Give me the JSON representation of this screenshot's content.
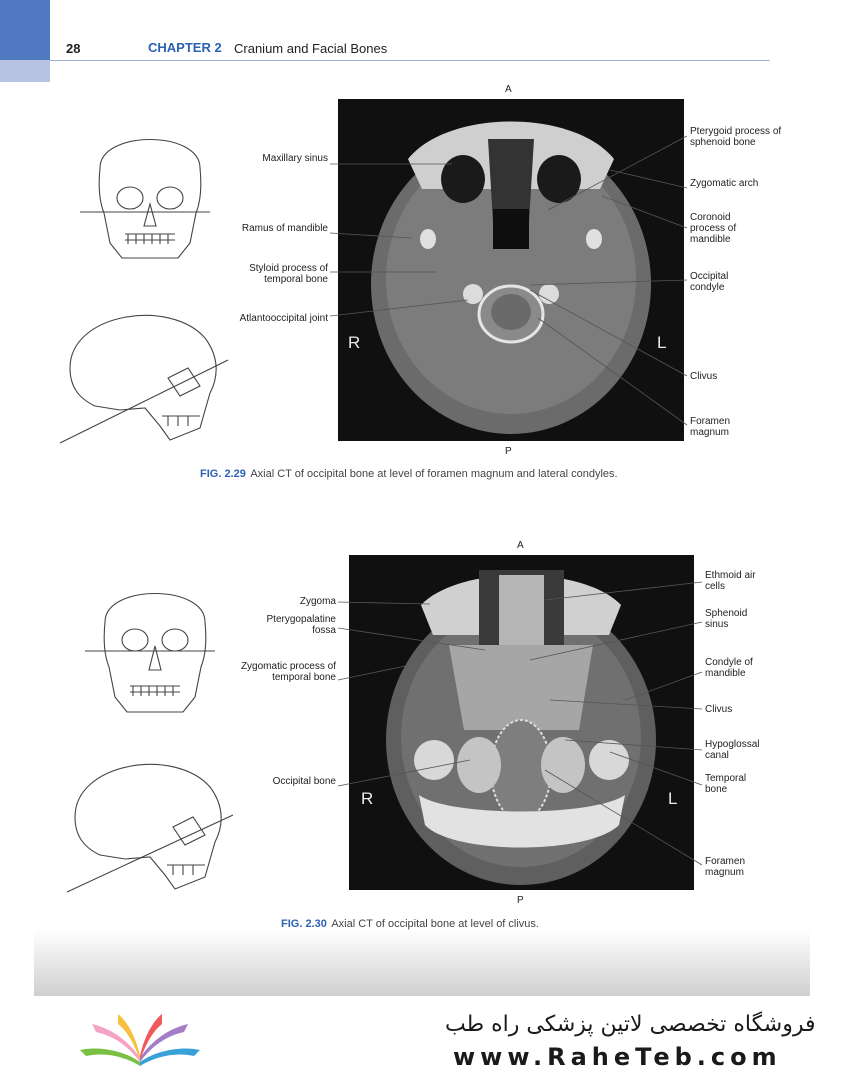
{
  "header": {
    "page_number": "28",
    "chapter": "CHAPTER 2",
    "chapter_title": "Cranium and Facial Bones"
  },
  "fig1": {
    "top": "A",
    "bottom": "P",
    "right_side": "R",
    "left_side": "L",
    "labels_left": [
      "Maxillary sinus",
      "Ramus of mandible",
      "Styloid process of temporal bone",
      "Atlantooccipital joint"
    ],
    "labels_right": [
      "Pterygoid process of sphenoid bone",
      "Zygomatic arch",
      "Coronoid process of mandible",
      "Occipital condyle",
      "Clivus",
      "Foramen magnum"
    ],
    "caption_num": "FIG. 2.29",
    "caption_text": "Axial CT of occipital bone at level of foramen magnum and lateral condyles."
  },
  "fig2": {
    "top": "A",
    "bottom": "P",
    "right_side": "R",
    "left_side": "L",
    "labels_left": [
      "Zygoma",
      "Pterygopalatine fossa",
      "Zygomatic process of temporal bone",
      "Occipital bone"
    ],
    "labels_right": [
      "Ethmoid air cells",
      "Sphenoid sinus",
      "Condyle of mandible",
      "Clivus",
      "Hypoglossal canal",
      "Temporal bone",
      "Foramen magnum"
    ],
    "caption_num": "FIG. 2.30",
    "caption_text": "Axial CT of occipital bone at level of clivus."
  },
  "footer": {
    "shop_name": "فروشگاه تخصصی لاتین پزشکی  راه طب",
    "url": "www.RaheTeb.com"
  },
  "colors": {
    "accent_blue": "#2b62b3",
    "corner_blue": "#4f79c0",
    "corner_light": "#b6c3e3"
  },
  "icons": [
    "skull-frontal-drawing",
    "skull-lateral-drawing",
    "book-logo-icon"
  ]
}
